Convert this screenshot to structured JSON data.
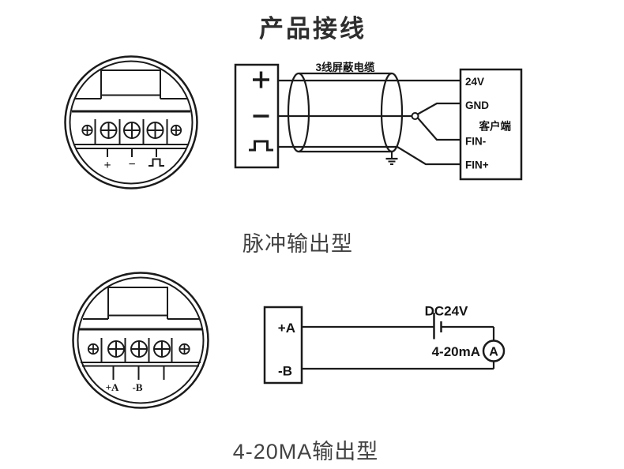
{
  "title": "产品接线",
  "colors": {
    "line": "#1b1b1b",
    "diagram_text": "#141414",
    "caption_text": "#424242",
    "background": "#ffffff"
  },
  "pulse_section": {
    "caption": "脉冲输出型",
    "connector": {
      "plus_label": "+",
      "minus_label": "−",
      "pulse_label": "⊓"
    },
    "transmitter": {
      "plus": "+",
      "minus": "−",
      "pulse": "⊓"
    },
    "cable_label": "3线屏蔽电缆",
    "client_block": {
      "title": "客户端",
      "terminals": [
        "24V",
        "GND",
        "FIN-",
        "FIN+"
      ]
    }
  },
  "current_section": {
    "caption": "4-20MA输出型",
    "connector": {
      "plus_label": "+A",
      "minus_label": "-B"
    },
    "transmitter": {
      "plus": "+A",
      "minus": "-B"
    },
    "circuit": {
      "supply": "DC24V",
      "range": "4-20mA",
      "meter": "A"
    }
  }
}
